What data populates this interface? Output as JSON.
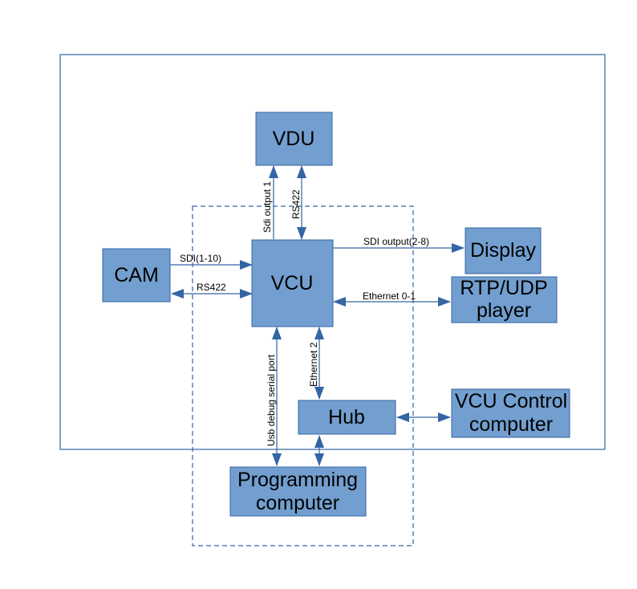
{
  "diagram": {
    "colors": {
      "node_fill": "#729fcf",
      "node_stroke": "#3465a4",
      "edge": "#3465a4",
      "text": "#000000"
    },
    "frames": [
      {
        "id": "outer-frame",
        "style": "solid"
      },
      {
        "id": "inner-frame",
        "style": "dashed"
      }
    ],
    "nodes": [
      {
        "id": "vdu",
        "lines": [
          "VDU"
        ]
      },
      {
        "id": "cam",
        "lines": [
          "CAM"
        ]
      },
      {
        "id": "vcu",
        "lines": [
          "VCU"
        ]
      },
      {
        "id": "display",
        "lines": [
          "Display"
        ]
      },
      {
        "id": "rtp-udp-player",
        "lines": [
          "RTP/UDP",
          "player"
        ]
      },
      {
        "id": "hub",
        "lines": [
          "Hub"
        ]
      },
      {
        "id": "vcu-control-computer",
        "lines": [
          "VCU Control",
          "computer"
        ]
      },
      {
        "id": "programming-computer",
        "lines": [
          "Programming",
          "computer"
        ]
      }
    ],
    "edges": [
      {
        "id": "sdi-output-1",
        "from": "vcu",
        "to": "vdu",
        "label": "Sdi output 1",
        "direction": "forward"
      },
      {
        "id": "rs422-vdu",
        "from": "vcu",
        "to": "vdu",
        "label": "RS422",
        "direction": "both"
      },
      {
        "id": "sdi-1-10",
        "from": "cam",
        "to": "vcu",
        "label": "SDI(1-10)",
        "direction": "forward"
      },
      {
        "id": "rs422-cam",
        "from": "cam",
        "to": "vcu",
        "label": "RS422",
        "direction": "both"
      },
      {
        "id": "sdi-output-2-8",
        "from": "vcu",
        "to": "display",
        "label": "SDI output(2-8)",
        "direction": "forward"
      },
      {
        "id": "ethernet-0-1",
        "from": "vcu",
        "to": "rtp-udp-player",
        "label": "Ethernet 0-1",
        "direction": "both"
      },
      {
        "id": "usb-debug",
        "from": "vcu",
        "to": "programming-computer",
        "label": "Usb debug serial port",
        "direction": "both"
      },
      {
        "id": "ethernet-2",
        "from": "vcu",
        "to": "hub",
        "label": "Ethernet 2",
        "direction": "both"
      },
      {
        "id": "hub-control",
        "from": "hub",
        "to": "vcu-control-computer",
        "label": "",
        "direction": "both"
      },
      {
        "id": "hub-programming",
        "from": "hub",
        "to": "programming-computer",
        "label": "",
        "direction": "both"
      }
    ]
  }
}
